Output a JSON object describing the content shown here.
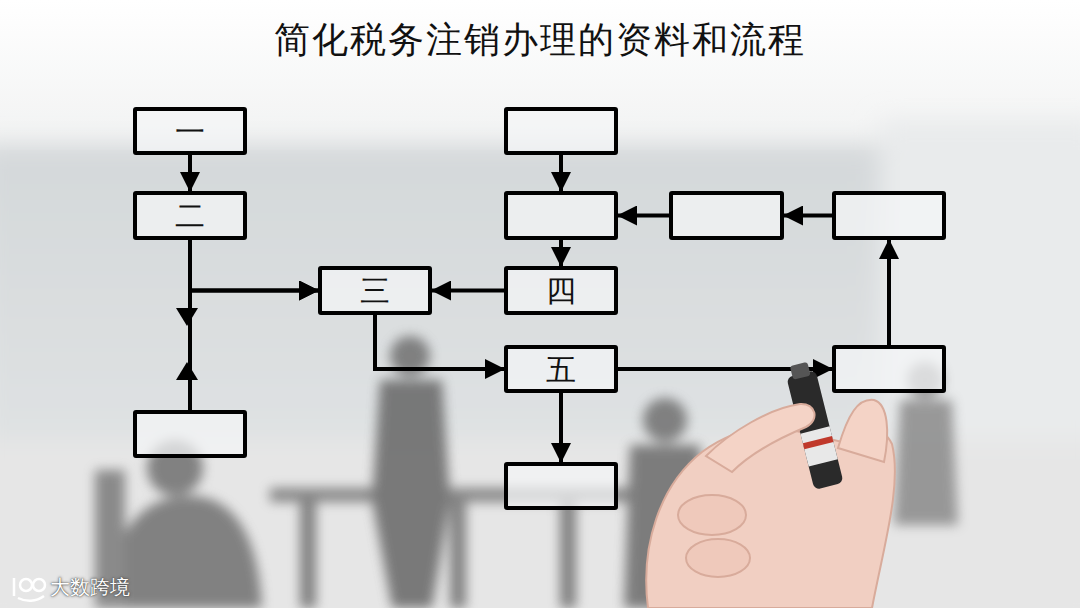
{
  "diagram": {
    "title": "简化税务注销办理的资料和流程",
    "nodes": [
      {
        "text": [
          "一"
        ]
      },
      {
        "text": []
      },
      {
        "text": [
          "二"
        ]
      },
      {
        "text": []
      },
      {
        "text": []
      },
      {
        "text": []
      },
      {
        "text": [
          "三"
        ]
      },
      {
        "text": [
          "四"
        ]
      },
      {
        "text": [
          "五"
        ]
      },
      {
        "text": []
      },
      {
        "text": []
      },
      {
        "text": []
      }
    ],
    "edges": [
      {
        "from": 0,
        "to": 2,
        "arrow": "to"
      },
      {
        "from": 2,
        "to": 6,
        "arrow": "to"
      },
      {
        "from": 10,
        "to": 6,
        "arrow": "to"
      },
      {
        "from": 7,
        "to": 6,
        "arrow": "to"
      },
      {
        "from": 6,
        "to": 8,
        "arrow": "to"
      },
      {
        "from": 8,
        "to": 11,
        "arrow": "to"
      },
      {
        "from": 8,
        "to": 9,
        "arrow": "to"
      },
      {
        "from": 9,
        "to": 5,
        "arrow": "to"
      },
      {
        "from": 5,
        "to": 4,
        "arrow": "to"
      },
      {
        "from": 4,
        "to": 3,
        "arrow": "to"
      },
      {
        "from": 1,
        "to": 3,
        "arrow": "to"
      },
      {
        "from": 3,
        "to": 7,
        "arrow": "to"
      }
    ],
    "labels": [
      "大数跨境"
    ]
  }
}
